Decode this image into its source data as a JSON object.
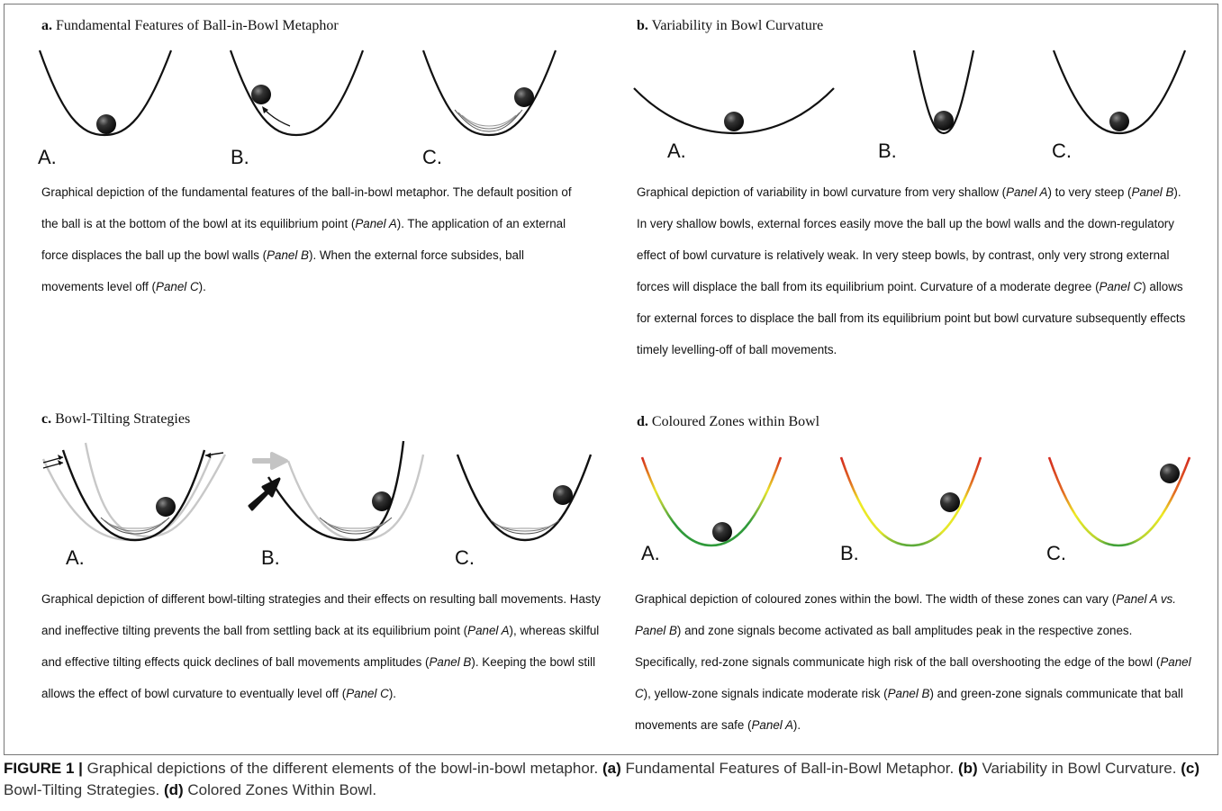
{
  "panels": {
    "a": {
      "letter": "a.",
      "title": "Fundamental Features of Ball-in-Bowl Metaphor",
      "labels": [
        "A.",
        "B.",
        "C."
      ],
      "description": "Graphical depiction of the fundamental features of the ball-in-bowl metaphor. The default position of the ball is at the bottom of the bowl at its equilibrium point (Panel A). The application of an external force displaces the ball up the bowl walls (Panel B). When the external force subsides, ball movements level off (Panel C)."
    },
    "b": {
      "letter": "b.",
      "title": "Variability in Bowl Curvature",
      "labels": [
        "A.",
        "B.",
        "C."
      ],
      "description": "Graphical depiction of variability in bowl curvature from very shallow (Panel A) to very steep (Panel B). In very shallow bowls, external forces easily move the ball up the bowl walls and the down-regulatory effect of bowl curvature is relatively weak. In very steep bowls, by contrast, only very strong external forces will displace the ball from its equilibrium point. Curvature of a moderate degree (Panel C) allows for external forces to displace the ball from its equilibrium point but bowl curvature subsequently effects timely levelling-off of ball movements."
    },
    "c": {
      "letter": "c.",
      "title": "Bowl-Tilting Strategies",
      "labels": [
        "A.",
        "B.",
        "C."
      ],
      "description": "Graphical depiction of different bowl-tilting strategies and their effects on resulting ball movements. Hasty and ineffective tilting prevents the ball from settling back at its equilibrium point (Panel A), whereas skilful and effective tilting effects quick declines of ball movements amplitudes (Panel B). Keeping the bowl still allows the effect of bowl curvature to eventually level off (Panel C)."
    },
    "d": {
      "letter": "d.",
      "title": "Coloured Zones within Bowl",
      "labels": [
        "A.",
        "B.",
        "C."
      ],
      "description": "Graphical depiction of coloured zones within the bowl. The width of these zones can vary (Panel A vs. Panel B) and zone signals become activated as ball amplitudes peak in the respective zones. Specifically, red-zone signals communicate high risk of the ball overshooting the edge of the bowl (Panel C), yellow-zone signals indicate moderate risk (Panel B) and green-zone signals communicate that ball movements are safe (Panel A)."
    }
  },
  "caption": {
    "lead": "FIGURE 1 |",
    "text": "Graphical depictions of the different elements of the bowl-in-bowl metaphor.",
    "items": [
      {
        "key": "(a)",
        "text": "Fundamental Features of Ball-in-Bowl Metaphor."
      },
      {
        "key": "(b)",
        "text": "Variability in Bowl Curvature."
      },
      {
        "key": "(c)",
        "text": "Bowl-Tilting Strategies."
      },
      {
        "key": "(d)",
        "text": "Colored Zones Within Bowl."
      }
    ]
  },
  "colors": {
    "bowl": "#111111",
    "ghost_bowl": "#c8c8c8",
    "ghost_arrow": "#c4c4c4",
    "zone_red": "#d42a1f",
    "zone_yellow": "#eeea23",
    "zone_green": "#2f9a3a",
    "caption_text": "#333333"
  }
}
